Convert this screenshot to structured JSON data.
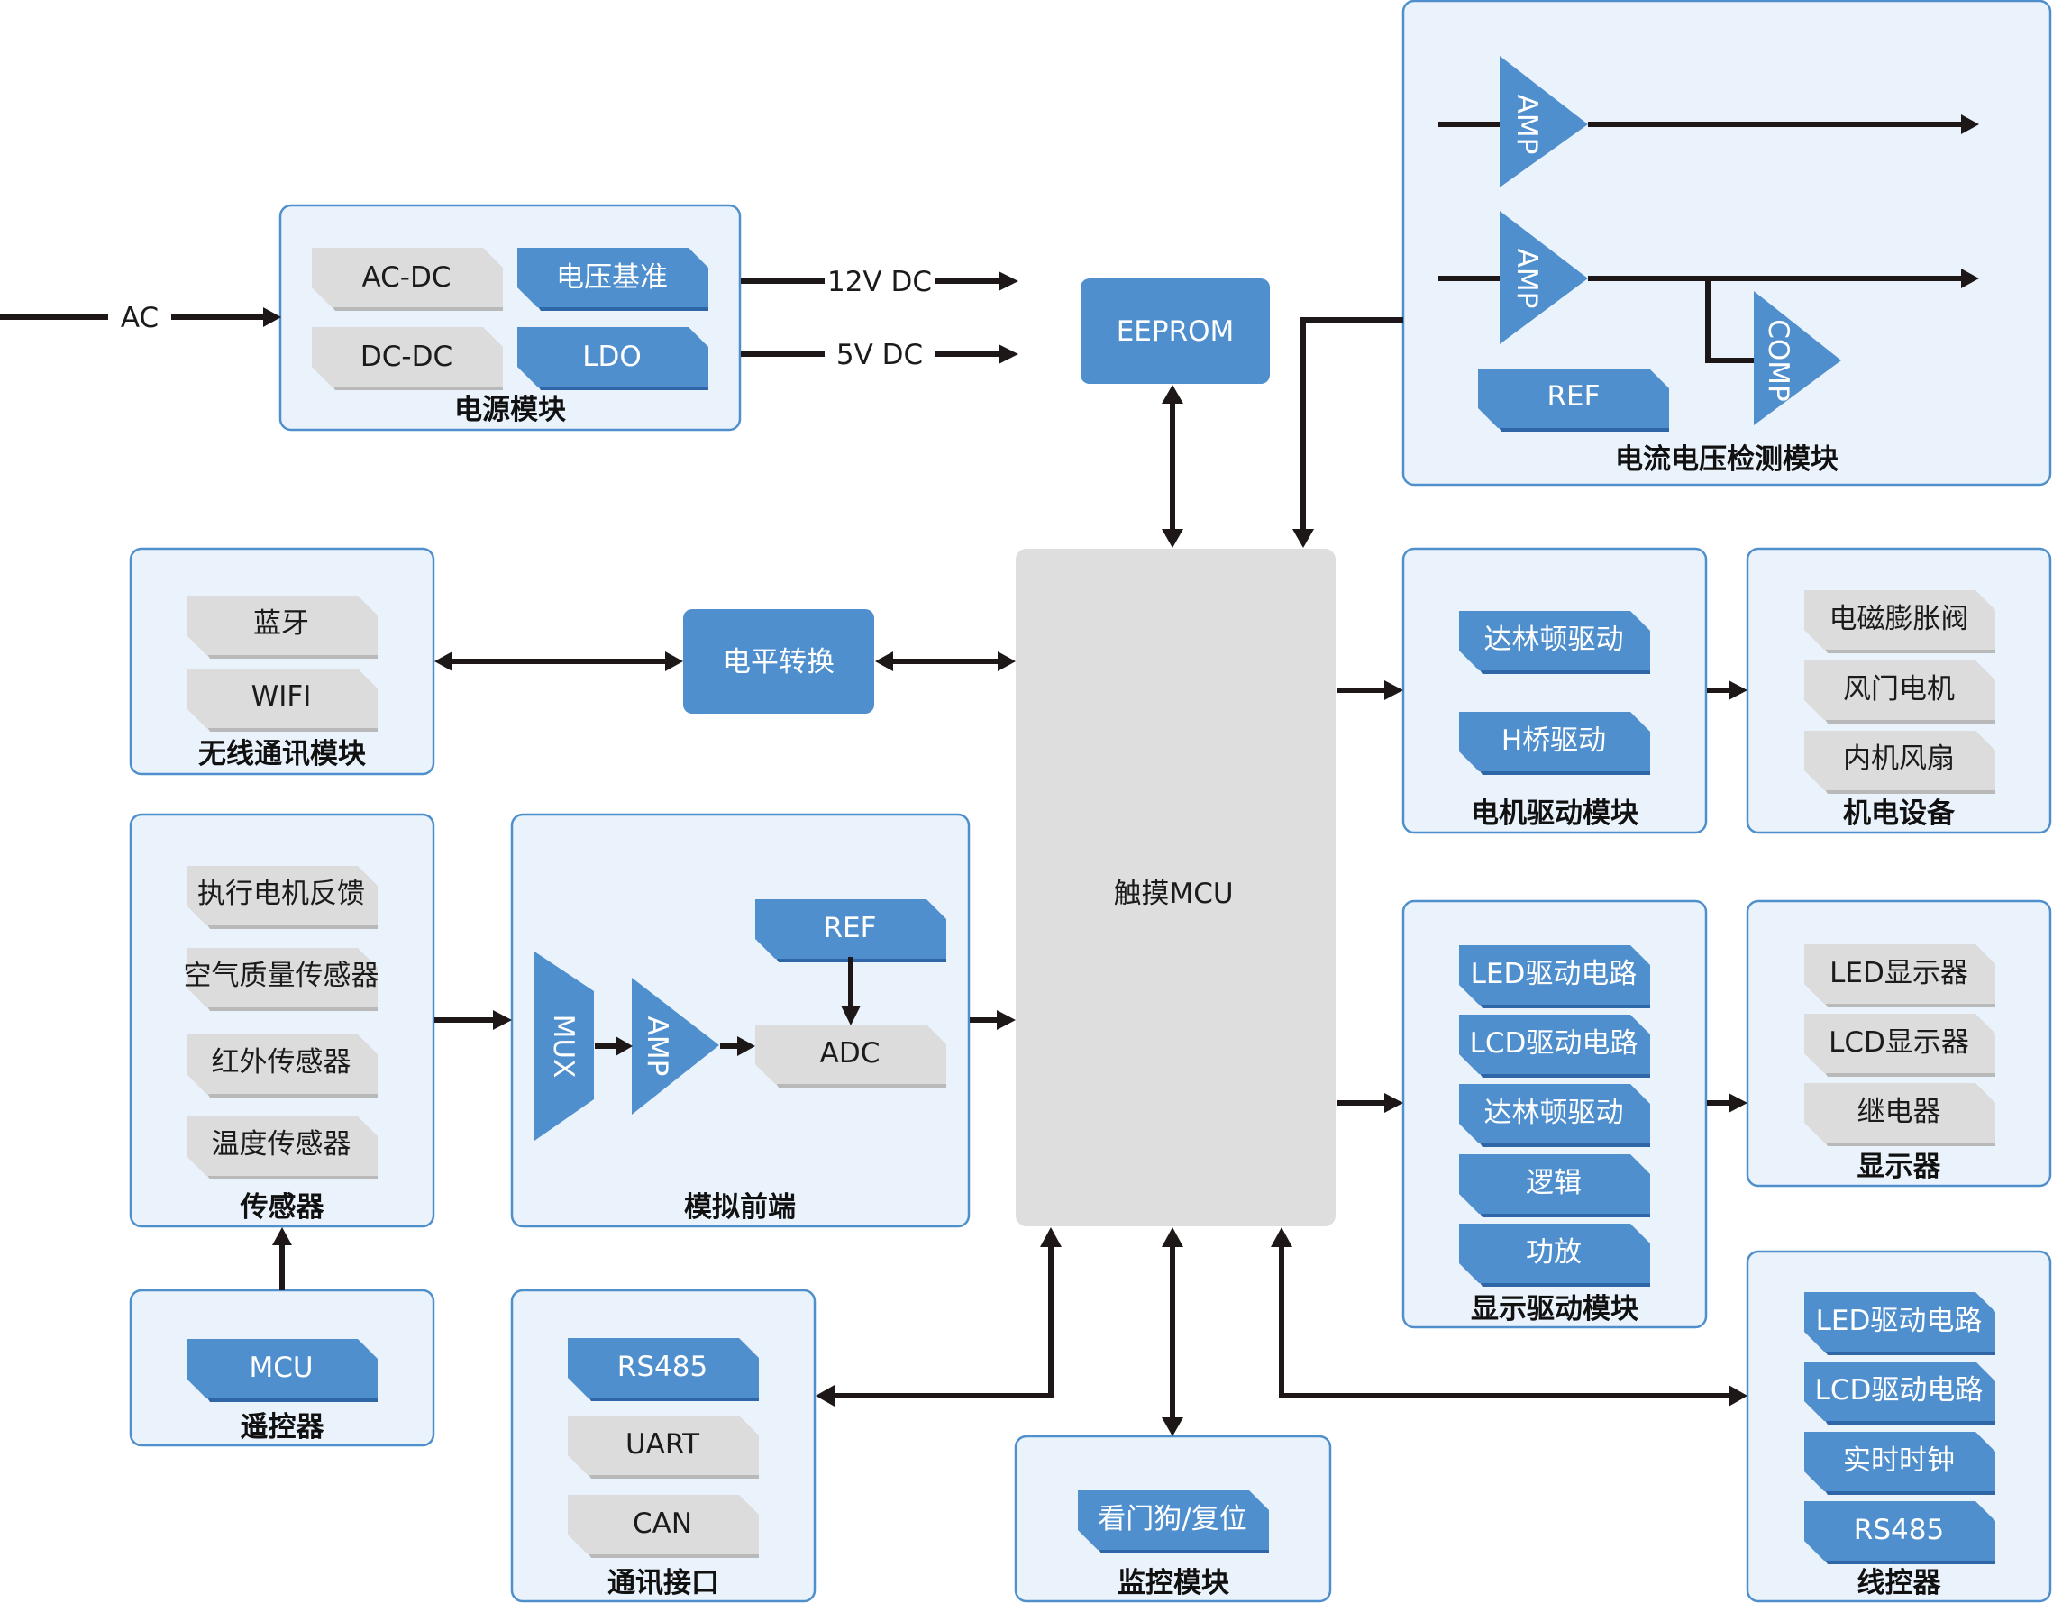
{
  "colors": {
    "accent_blue": "#4f8fce",
    "group_fill": "#eaf3fc",
    "group_border": "#4f8fcb",
    "chip_gray": "#dcdcdc",
    "mcu_gray": "#dedede",
    "arrow": "#1d1717"
  },
  "power": {
    "title": "电源模块",
    "input_label": "AC",
    "chips": [
      "AC-DC",
      "电压基准",
      "DC-DC",
      "LDO"
    ],
    "out_12v": "12V DC",
    "out_5v": "5V DC"
  },
  "eeprom": {
    "label": "EEPROM"
  },
  "detect": {
    "title": "电流电压检测模块",
    "amp1": "AMP",
    "amp2": "AMP",
    "comp": "COMP",
    "ref": "REF"
  },
  "wireless": {
    "title": "无线通讯模块",
    "chips": [
      "蓝牙",
      "WIFI"
    ]
  },
  "level_shift": {
    "label": "电平转换"
  },
  "mcu": {
    "label": "触摸MCU"
  },
  "motor_drive": {
    "title": "电机驱动模块",
    "chips": [
      "达林顿驱动",
      "H桥驱动"
    ]
  },
  "mech": {
    "title": "机电设备",
    "chips": [
      "电磁膨胀阀",
      "风门电机",
      "内机风扇"
    ]
  },
  "sensors": {
    "title": "传感器",
    "chips": [
      "执行电机反馈",
      "空气质量传感器",
      "红外传感器",
      "温度传感器"
    ]
  },
  "afe": {
    "title": "模拟前端",
    "mux": "MUX",
    "amp": "AMP",
    "ref": "REF",
    "adc": "ADC"
  },
  "display_drive": {
    "title": "显示驱动模块",
    "chips": [
      "LED驱动电路",
      "LCD驱动电路",
      "达林顿驱动",
      "逻辑",
      "功放"
    ]
  },
  "displays": {
    "title": "显示器",
    "chips": [
      "LED显示器",
      "LCD显示器",
      "继电器"
    ]
  },
  "remote": {
    "title": "遥控器",
    "chips": [
      "MCU"
    ]
  },
  "comm": {
    "title": "通讯接口",
    "chips": [
      "RS485",
      "UART",
      "CAN"
    ]
  },
  "monitor": {
    "title": "监控模块",
    "chips": [
      "看门狗/复位"
    ]
  },
  "wired": {
    "title": "线控器",
    "chips": [
      "LED驱动电路",
      "LCD驱动电路",
      "实时时钟",
      "RS485"
    ]
  }
}
